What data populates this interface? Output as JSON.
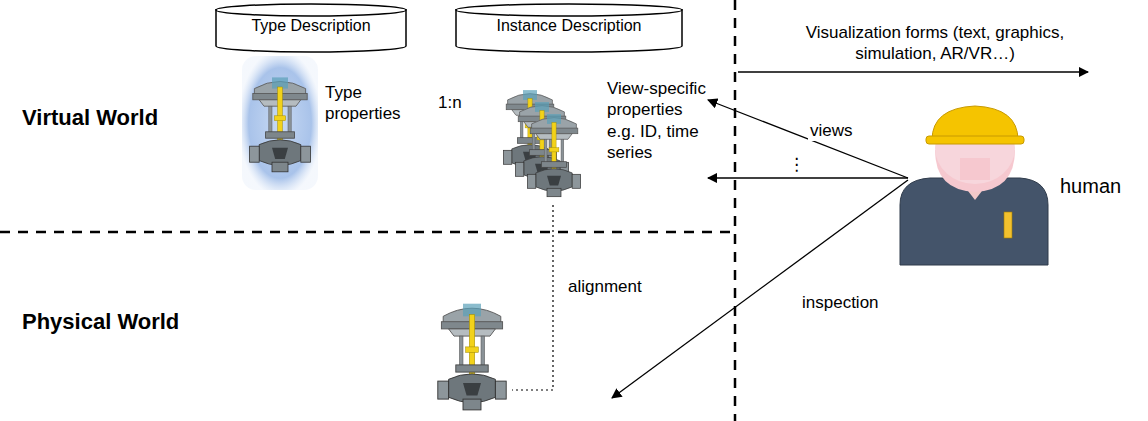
{
  "diagram": {
    "nodes": [
      {
        "text": [
          "Type Description"
        ]
      },
      {
        "text": [
          "Instance Description"
        ]
      }
    ],
    "labels": [
      "Virtual World",
      "Physical World",
      "Type properties",
      "1:n",
      "View-specific properties e.g. ID, time series",
      "Visualization forms (text, graphics, simulation, AR/VR…)",
      "views",
      "⋮",
      "alignment",
      "inspection",
      "human"
    ]
  }
}
